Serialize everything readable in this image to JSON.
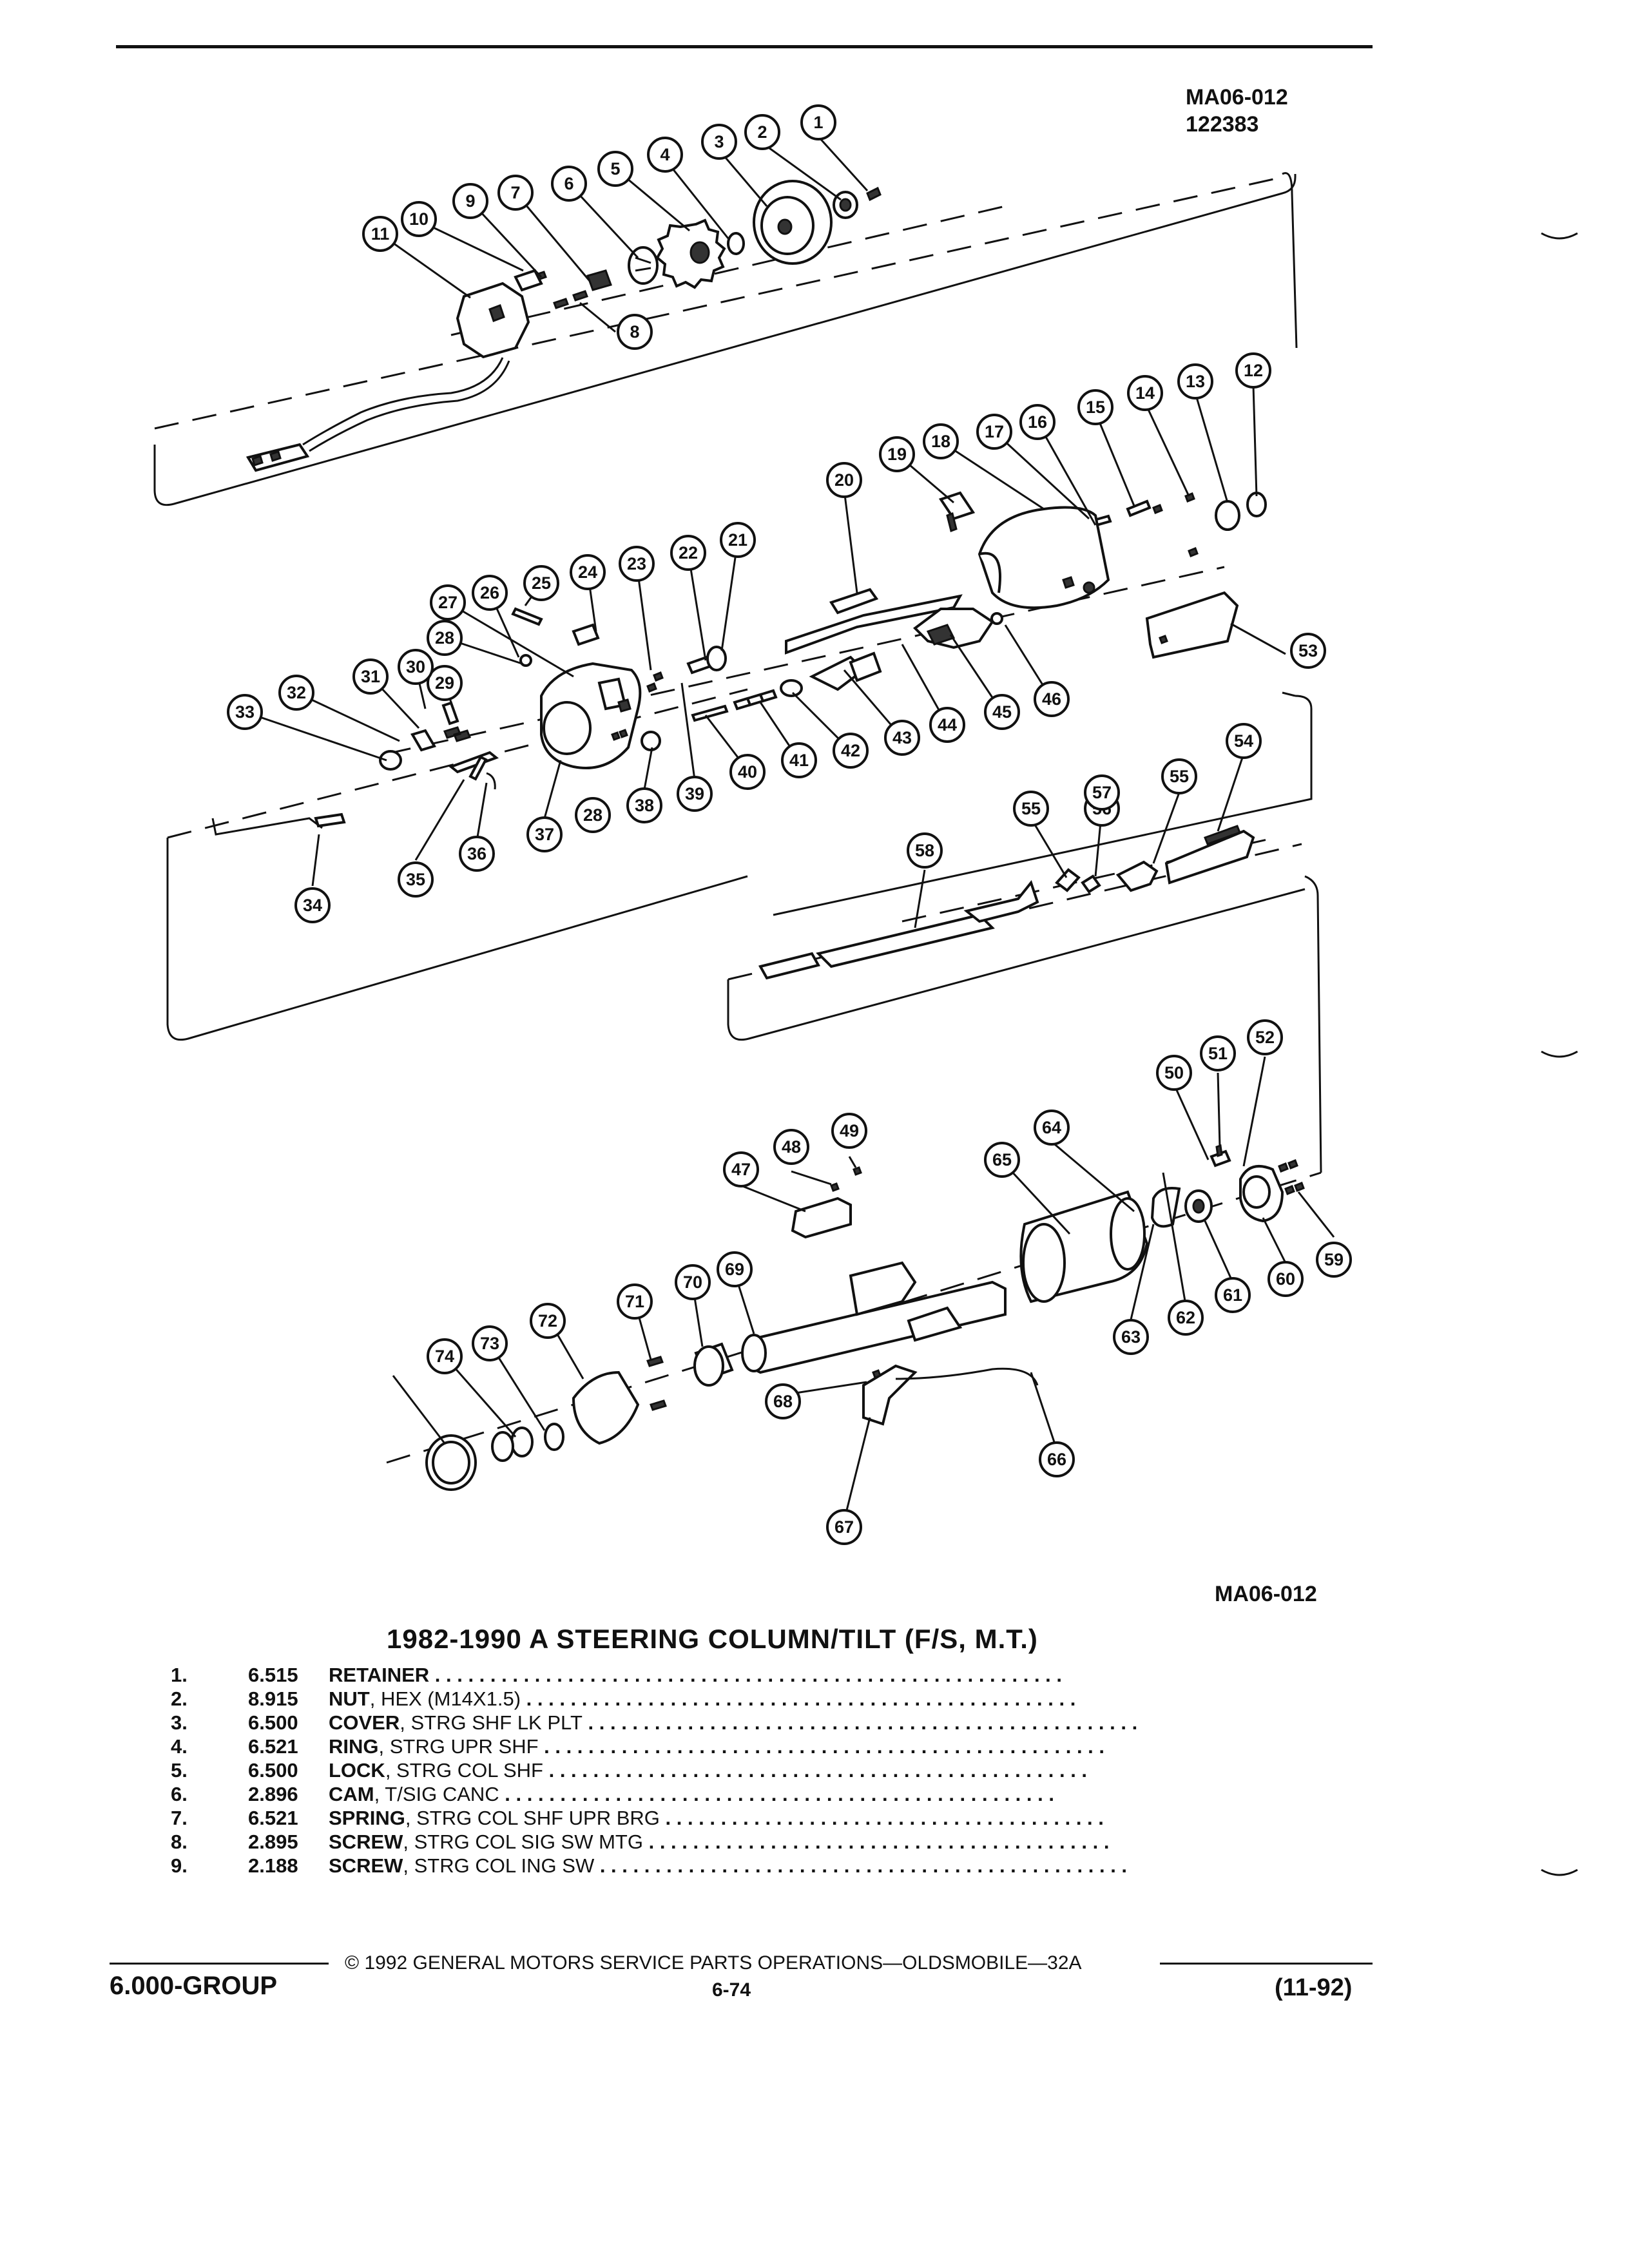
{
  "header": {
    "ref_code": "MA06-012",
    "ref_number": "122383"
  },
  "diagram": {
    "callouts": [
      "1",
      "2",
      "3",
      "4",
      "5",
      "6",
      "7",
      "8",
      "9",
      "10",
      "11",
      "12",
      "13",
      "14",
      "15",
      "16",
      "17",
      "18",
      "19",
      "20",
      "21",
      "22",
      "23",
      "24",
      "25",
      "26",
      "27",
      "28",
      "28",
      "29",
      "30",
      "31",
      "32",
      "33",
      "34",
      "35",
      "36",
      "37",
      "38",
      "39",
      "40",
      "41",
      "42",
      "43",
      "44",
      "45",
      "46",
      "47",
      "48",
      "49",
      "50",
      "51",
      "52",
      "53",
      "54",
      "55",
      "55",
      "56",
      "57",
      "58",
      "59",
      "60",
      "61",
      "62",
      "63",
      "64",
      "65",
      "66",
      "67",
      "68",
      "69",
      "70",
      "71",
      "72",
      "73",
      "74"
    ]
  },
  "figure_code": "MA06-012",
  "title": "1982-1990 A STEERING COLUMN/TILT (F/S, M.T.)",
  "parts": [
    {
      "num": "1.",
      "code": "6.515",
      "name": "RETAINER",
      "desc": ""
    },
    {
      "num": "2.",
      "code": "8.915",
      "name": "NUT",
      "desc": ", HEX (M14X1.5)"
    },
    {
      "num": "3.",
      "code": "6.500",
      "name": "COVER",
      "desc": ", STRG SHF LK PLT"
    },
    {
      "num": "4.",
      "code": "6.521",
      "name": "RING",
      "desc": ", STRG UPR SHF"
    },
    {
      "num": "5.",
      "code": "6.500",
      "name": "LOCK",
      "desc": ", STRG COL SHF"
    },
    {
      "num": "6.",
      "code": "2.896",
      "name": "CAM",
      "desc": ", T/SIG CANC"
    },
    {
      "num": "7.",
      "code": "6.521",
      "name": "SPRING",
      "desc": ", STRG COL SHF UPR BRG"
    },
    {
      "num": "8.",
      "code": "2.895",
      "name": "SCREW",
      "desc": ", STRG COL SIG SW MTG"
    },
    {
      "num": "9.",
      "code": "2.188",
      "name": "SCREW",
      "desc": ", STRG COL ING SW"
    }
  ],
  "footer": {
    "copyright": "© 1992 GENERAL MOTORS SERVICE PARTS OPERATIONS—OLDSMOBILE—32A",
    "group": "6.000-GROUP",
    "page": "6-74",
    "date": "(11-92)"
  }
}
